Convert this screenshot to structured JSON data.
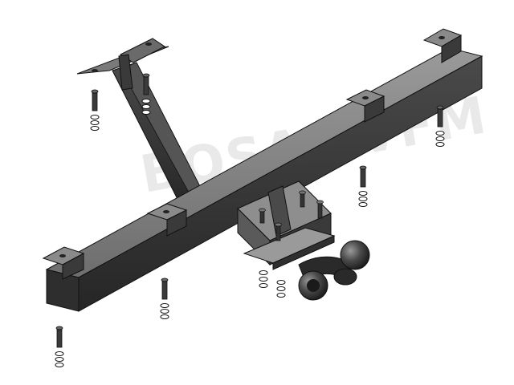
{
  "image": {
    "subject": "tow-hitch-assembly",
    "background_color": "#ffffff",
    "metal_dark": "#2b2b2b",
    "metal_mid": "#5a5a5a",
    "metal_light": "#8c8c8c",
    "outline": "#111111"
  },
  "watermark": {
    "text": "BOSAL-VFM"
  },
  "parts": {
    "crossbar": "main-crossbar",
    "side_arm": "diagonal-support-arm",
    "mounting_brackets": 6,
    "bolt_sets": 8,
    "towball_plate": "tow-ball-mount-plate",
    "towball": "tow-ball"
  }
}
